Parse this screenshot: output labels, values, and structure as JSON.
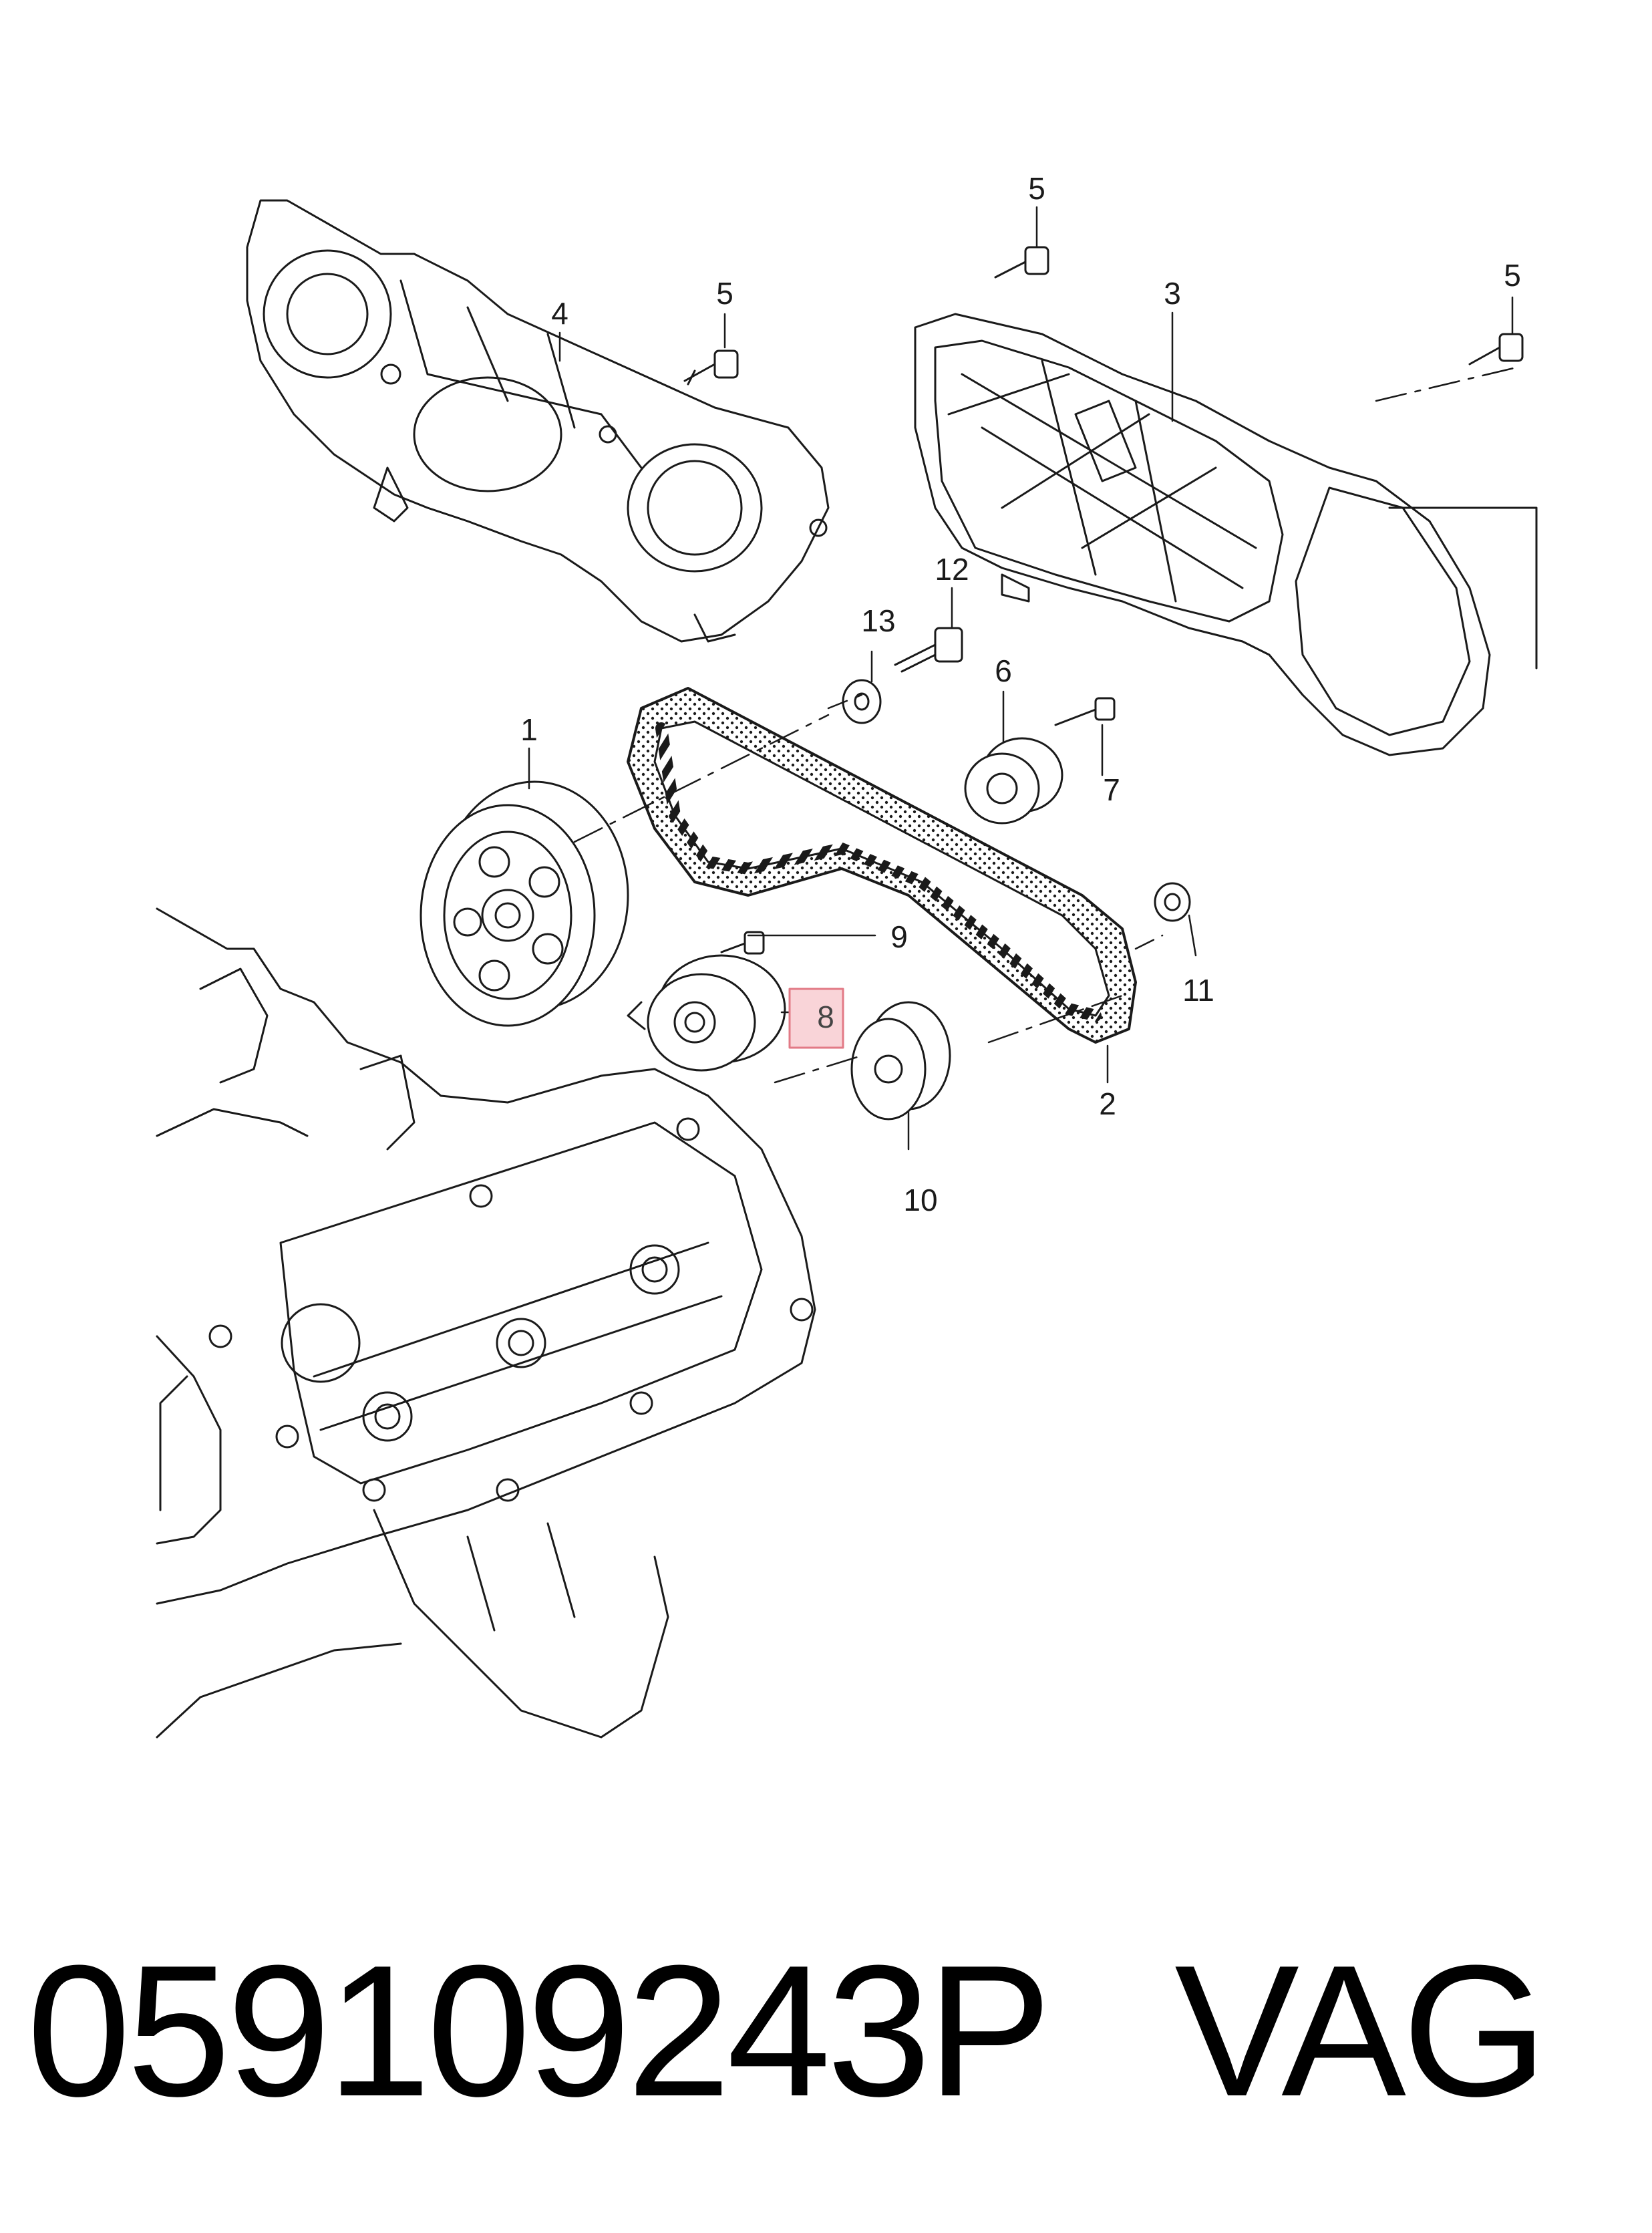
{
  "diagram": {
    "callouts": [
      "1",
      "2",
      "3",
      "4",
      "5",
      "5",
      "5",
      "6",
      "7",
      "8",
      "9",
      "10",
      "11",
      "12",
      "13"
    ],
    "highlighted_callout": "8",
    "colors": {
      "line": "#1a1a1a",
      "highlight_fill": "#f9d4d8",
      "highlight_stroke": "#e27a86"
    }
  },
  "caption": {
    "part_number": "059109243P",
    "brand": "VAG"
  }
}
